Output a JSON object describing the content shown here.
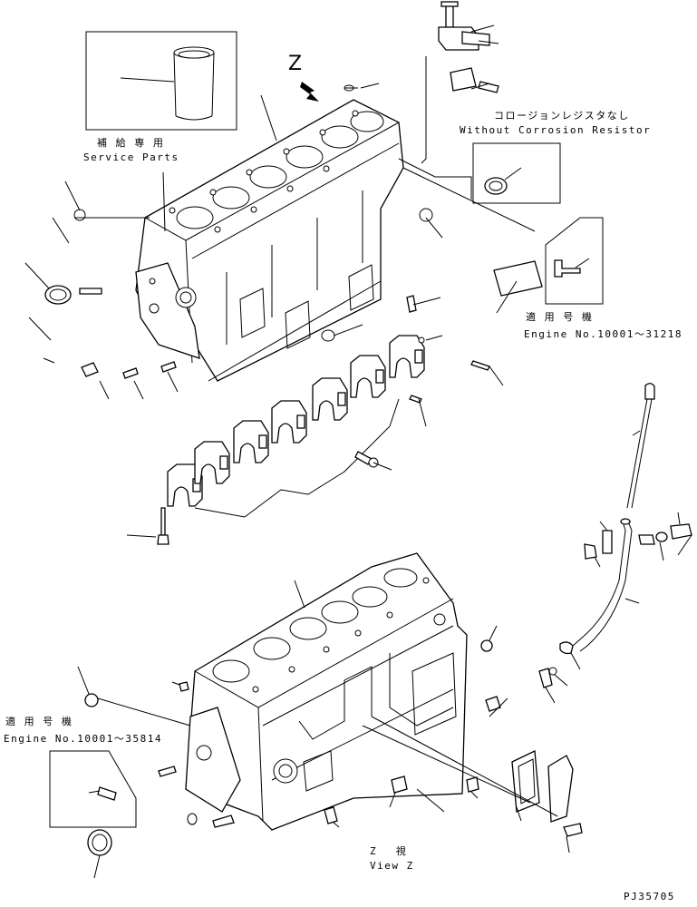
{
  "labels": {
    "service_parts_jp": "補 給 専 用",
    "service_parts_en": "Service Parts",
    "view_letter": "Z",
    "no_resistor_jp": "コロージョンレジスタなし",
    "no_resistor_en": "Without Corrosion Resistor",
    "applicable_1_jp": "適 用 号 機",
    "applicable_1_en": "Engine No.10001～31218",
    "applicable_2_jp": "適 用 号 機",
    "applicable_2_en": "Engine No.10001～35814",
    "view_z_jp": "Z　 視",
    "view_z_en": "View Z",
    "drawing_no": "PJ35705"
  }
}
